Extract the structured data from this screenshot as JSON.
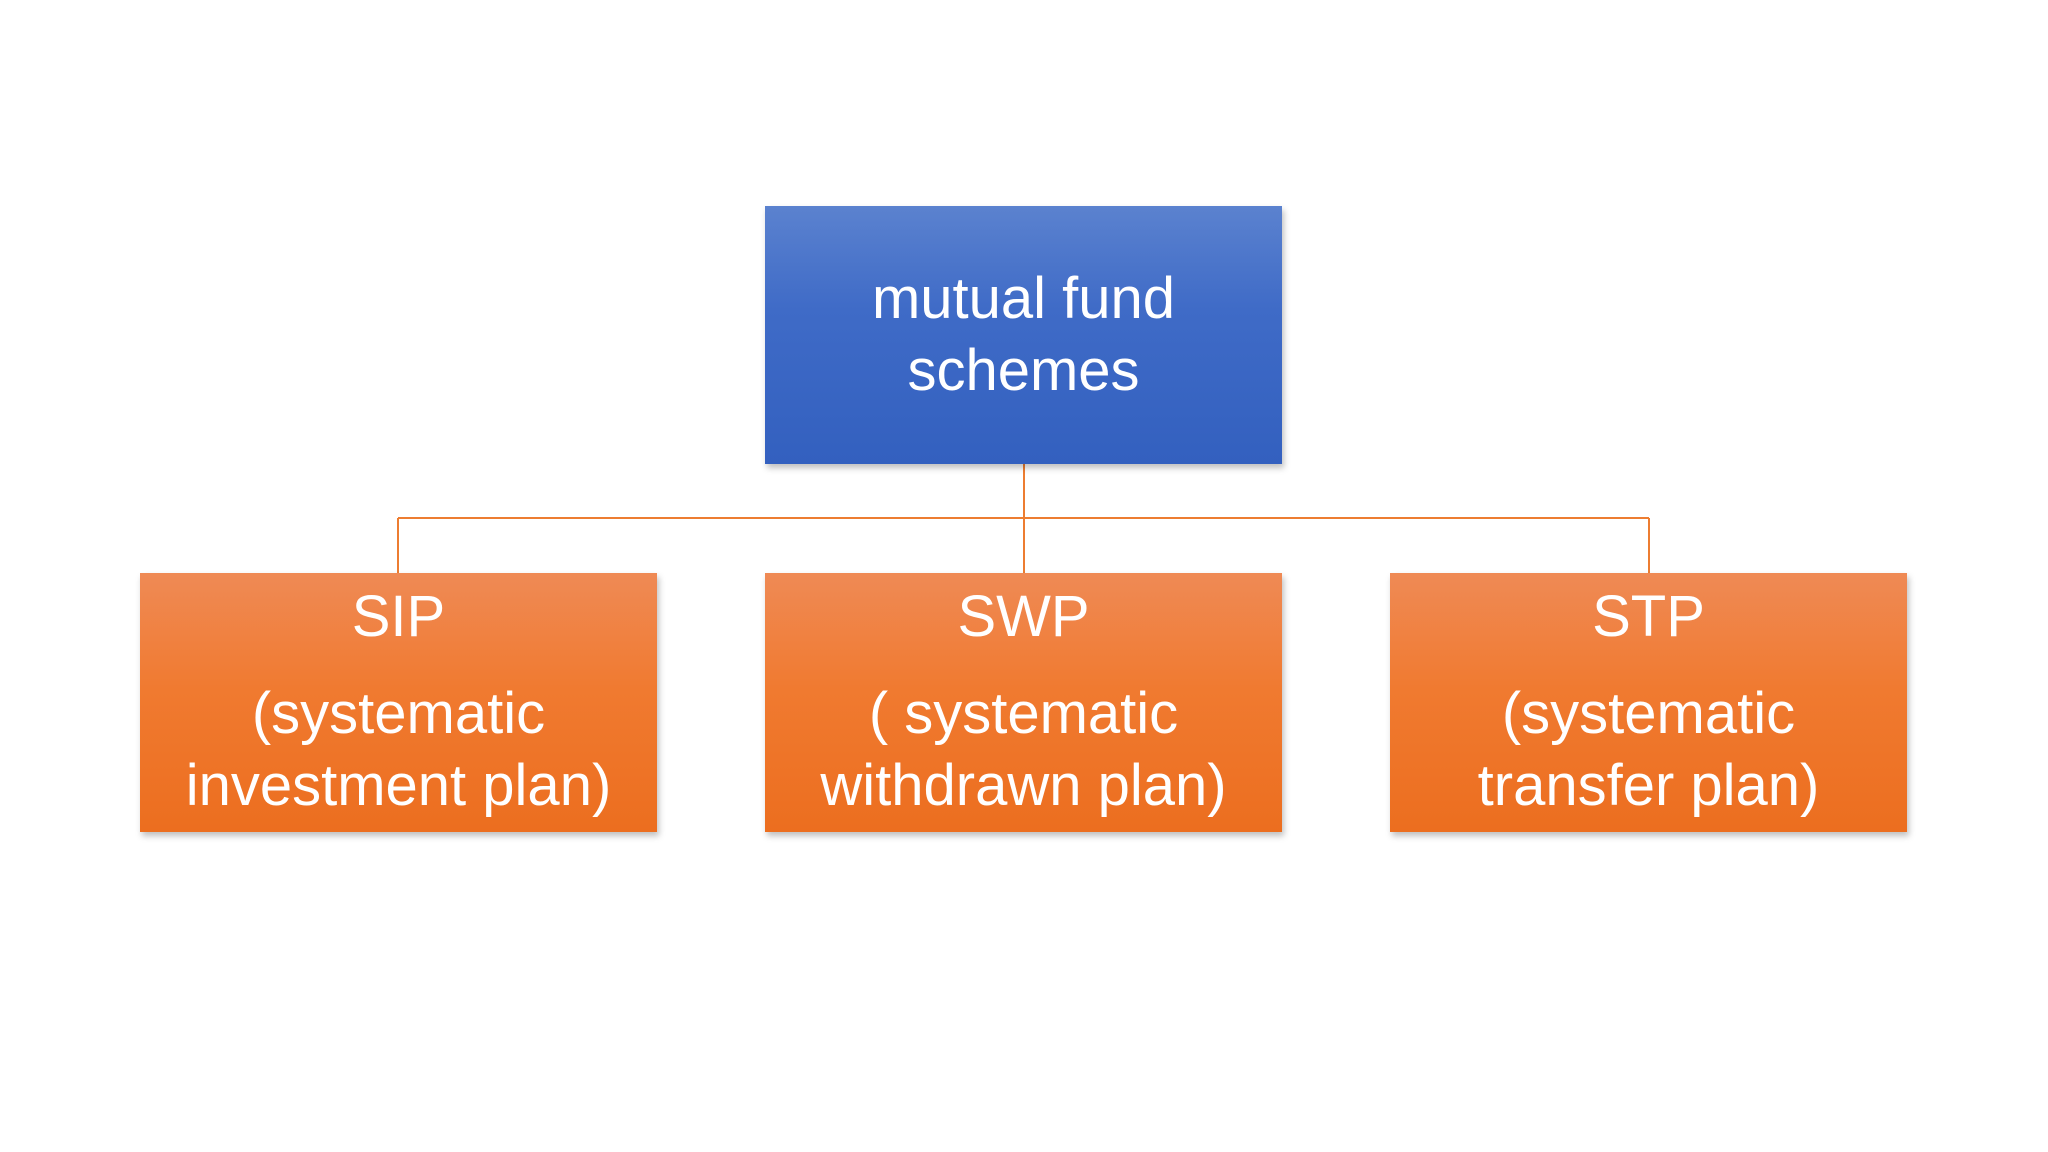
{
  "diagram": {
    "root": {
      "lines": [
        "mutual fund",
        "schemes"
      ],
      "color": "#4472C4"
    },
    "children": [
      {
        "title": "SIP",
        "description_lines": [
          "(systematic",
          "investment plan)"
        ]
      },
      {
        "title": "SWP",
        "description_lines": [
          "( systematic",
          "withdrawn plan)"
        ]
      },
      {
        "title": "STP",
        "description_lines": [
          "(systematic",
          "transfer plan)"
        ]
      }
    ],
    "child_color": "#ED7D31",
    "connector_color": "#ED7D31"
  }
}
